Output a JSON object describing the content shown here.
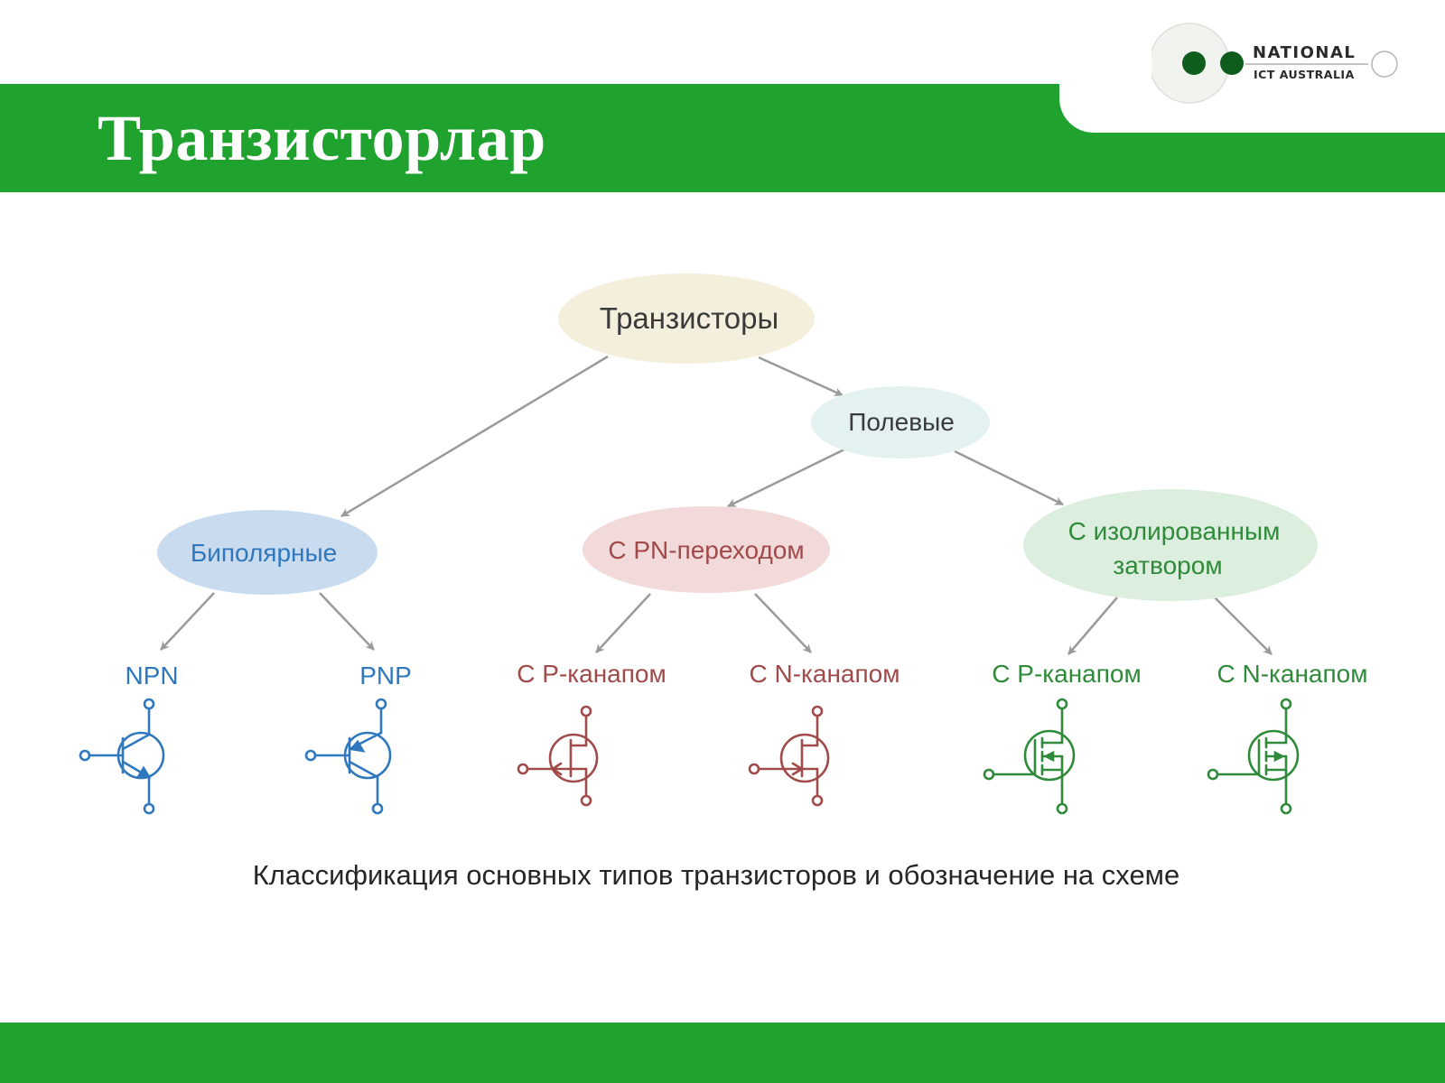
{
  "slide": {
    "title": "Транзисторлар",
    "caption": "Классификация основных типов транзисторов и обозначение на схеме"
  },
  "logo": {
    "line1": "NATIONAL",
    "line2": "ICT AUSTRALIA"
  },
  "diagram": {
    "root": "Транзисторы",
    "field": "Полевые",
    "bipolar": "Биполярные",
    "pn_junction": "С PN-переходом",
    "insulated_line1": "С  изолированным",
    "insulated_line2": "затвором",
    "npn": "NPN",
    "pnp": "PNP",
    "jfet_p": "С  Р-канапом",
    "jfet_n": "С  N-канапом",
    "mosfet_p": "С Р-канапом",
    "mosfet_n": "С N-канапом"
  },
  "colors": {
    "brand_green": "#1fa22e",
    "bipolar_blue": "#2f78bd",
    "jfet_red": "#a14a4a",
    "mosfet_green": "#2f8a3a",
    "arrow_gray": "#9a9a9a"
  },
  "icons": [
    "npn-transistor-icon",
    "pnp-transistor-icon",
    "p-channel-jfet-icon",
    "n-channel-jfet-icon",
    "p-channel-mosfet-icon",
    "n-channel-mosfet-icon"
  ]
}
